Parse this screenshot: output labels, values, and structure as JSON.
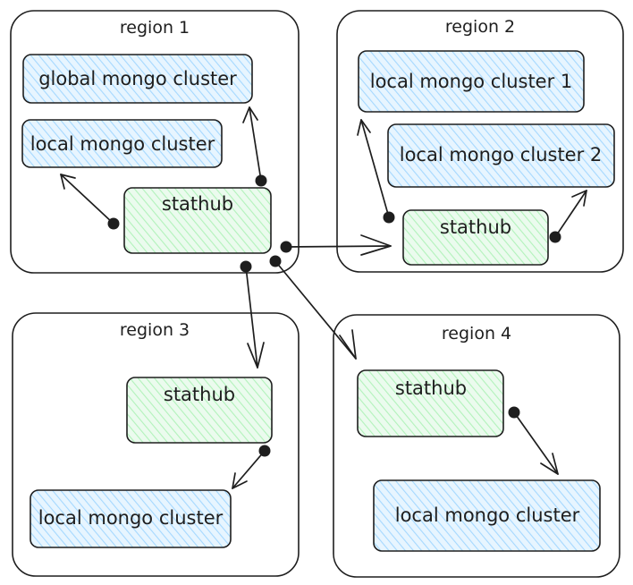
{
  "regions": [
    {
      "title": "region 1",
      "nodes": [
        {
          "label": "global mongo cluster",
          "kind": "cluster"
        },
        {
          "label": "local mongo cluster",
          "kind": "cluster"
        },
        {
          "label": "stathub",
          "kind": "stathub"
        }
      ]
    },
    {
      "title": "region 2",
      "nodes": [
        {
          "label": "local mongo cluster 1",
          "kind": "cluster"
        },
        {
          "label": "local mongo cluster 2",
          "kind": "cluster"
        },
        {
          "label": "stathub",
          "kind": "stathub"
        }
      ]
    },
    {
      "title": "region 3",
      "nodes": [
        {
          "label": "stathub",
          "kind": "stathub"
        },
        {
          "label": "local mongo cluster",
          "kind": "cluster"
        }
      ]
    },
    {
      "title": "region 4",
      "nodes": [
        {
          "label": "stathub",
          "kind": "stathub"
        },
        {
          "label": "local mongo cluster",
          "kind": "cluster"
        }
      ]
    }
  ],
  "colors": {
    "stroke": "#1e1e1e",
    "cluster_fill": "#a5d8ff",
    "stathub_fill": "#b2f2bb",
    "background": "#ffffff"
  }
}
